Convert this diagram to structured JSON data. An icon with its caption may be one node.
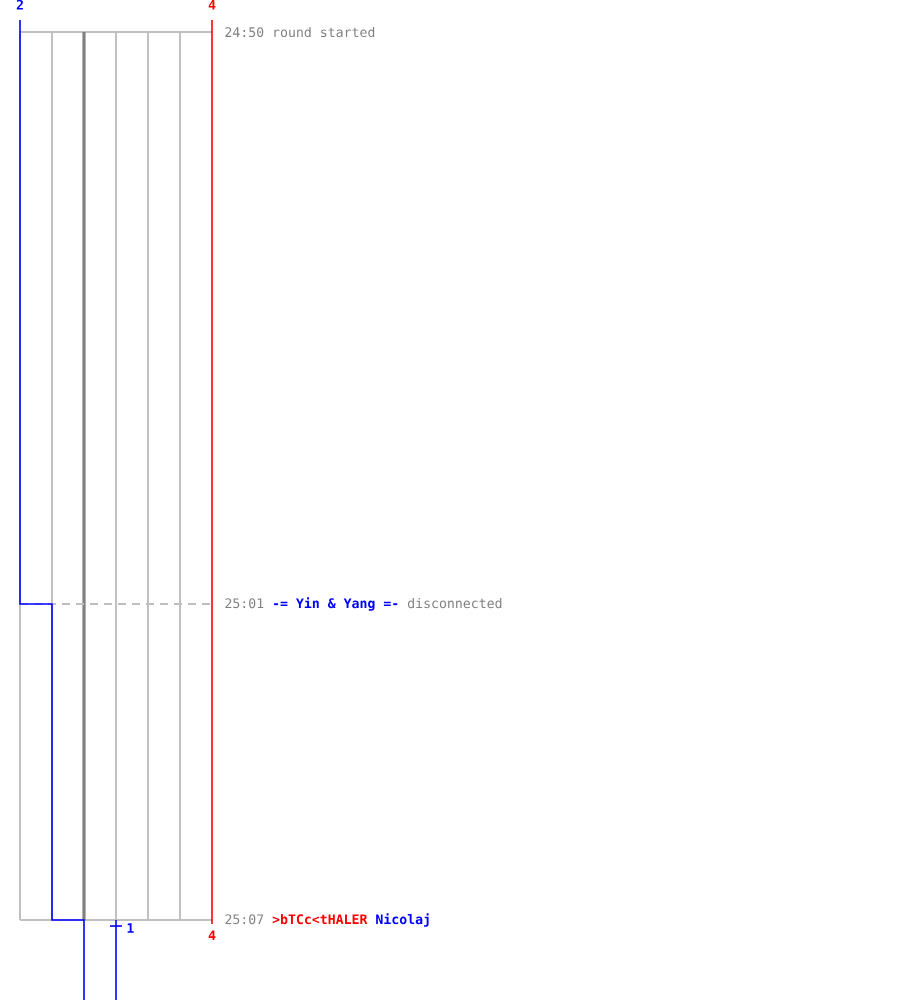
{
  "diagram": {
    "nodes": [
      {
        "text": [
          "24:50",
          "round started"
        ]
      },
      {
        "text": [
          "25:01",
          "-= Yin & Yang =-",
          "disconnected"
        ]
      },
      {
        "text": [
          "25:07",
          ">bTCc<tHALER",
          "Nicolaj"
        ]
      }
    ],
    "labels": [
      "2",
      "4",
      "4",
      "1"
    ]
  }
}
